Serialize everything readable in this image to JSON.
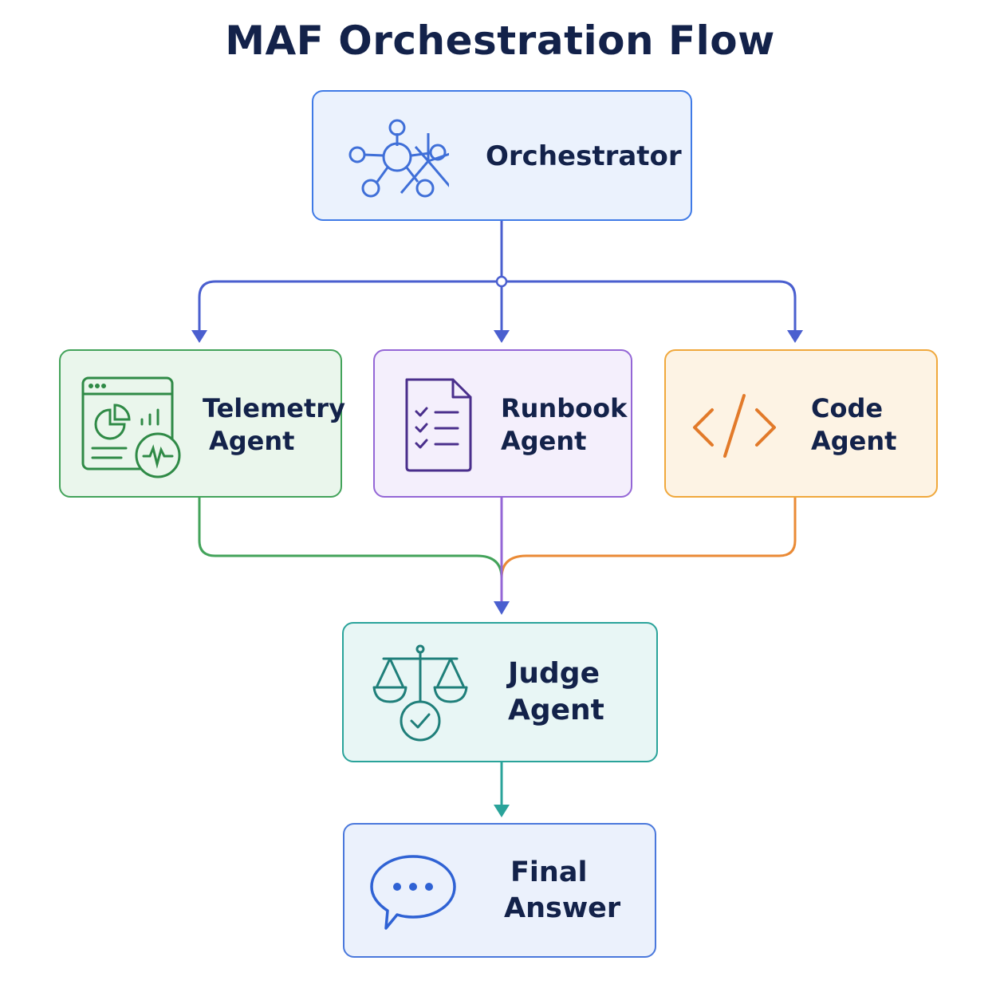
{
  "title": "MAF Orchestration Flow",
  "nodes": {
    "orchestrator": {
      "label": "Orchestrator",
      "icon": "network-hub-icon"
    },
    "telemetry_agent": {
      "line1": "Telemetry",
      "line2": "Agent",
      "icon": "dashboard-monitor-icon"
    },
    "runbook_agent": {
      "line1": "Runbook",
      "line2": "Agent",
      "icon": "checklist-document-icon"
    },
    "code_agent": {
      "line1": "Code",
      "line2": "Agent",
      "icon": "code-brackets-icon"
    },
    "judge_agent": {
      "line1": "Judge",
      "line2": "Agent",
      "icon": "scales-check-icon"
    },
    "final_answer": {
      "line1": "Final",
      "line2": "Answer",
      "icon": "chat-bubble-icon"
    }
  },
  "colors": {
    "title": "#13224a",
    "orchestrator": "#3f7ae6",
    "telemetry": "#43a35a",
    "runbook": "#9466d6",
    "code": "#f0a83c",
    "judge": "#2aa39a",
    "final": "#4a78dc",
    "flow_blue": "#4a5fcf"
  },
  "edges": [
    {
      "from": "orchestrator",
      "to": "telemetry_agent"
    },
    {
      "from": "orchestrator",
      "to": "runbook_agent"
    },
    {
      "from": "orchestrator",
      "to": "code_agent"
    },
    {
      "from": "telemetry_agent",
      "to": "judge_agent"
    },
    {
      "from": "runbook_agent",
      "to": "judge_agent"
    },
    {
      "from": "code_agent",
      "to": "judge_agent"
    },
    {
      "from": "judge_agent",
      "to": "final_answer"
    }
  ]
}
